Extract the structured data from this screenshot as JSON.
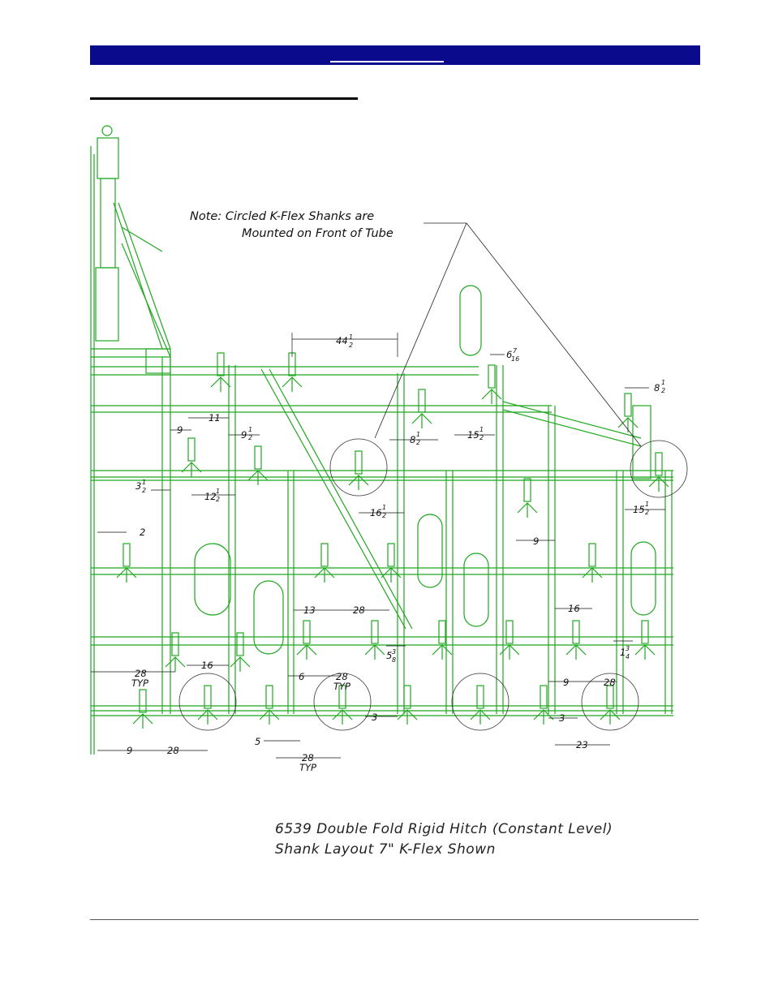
{
  "note": {
    "line1": "Note:  Circled K-Flex Shanks are",
    "line2": "Mounted on Front of Tube"
  },
  "caption": {
    "line1": "6539 Double Fold Rigid Hitch (Constant Level)",
    "line2": "Shank Layout 7\"   K-Flex Shown"
  },
  "dims": {
    "d44": "44",
    "d6": "6",
    "d8a": "8",
    "d11": "11",
    "d9a": "9",
    "d9b": "9",
    "d8b": "8",
    "d15a": "15",
    "d3": "3",
    "d12": "12",
    "d16a": "16",
    "d15b": "15",
    "d2": "2",
    "d9c": "9",
    "d13": "13",
    "d28a": "28",
    "d16b": "16",
    "d5a": "5",
    "d1": "1",
    "d28typ1": "28",
    "typ": "TYP",
    "d16c": "16",
    "d6b": "6",
    "d28typ2": "28",
    "d9d": "9",
    "d28b": "28",
    "d3b": "3",
    "d3c": "3",
    "d5b": "5",
    "d28typ3": "28",
    "d23": "23",
    "d9e": "9",
    "d28c": "28",
    "half": "1",
    "den2": "2",
    "f7": "7",
    "f16": "16",
    "f3": "3",
    "f8": "8",
    "f4": "4"
  },
  "colors": {
    "header": "#0a0a8c",
    "drawing_line": "#1fa81f",
    "dimension_line": "#111111"
  }
}
